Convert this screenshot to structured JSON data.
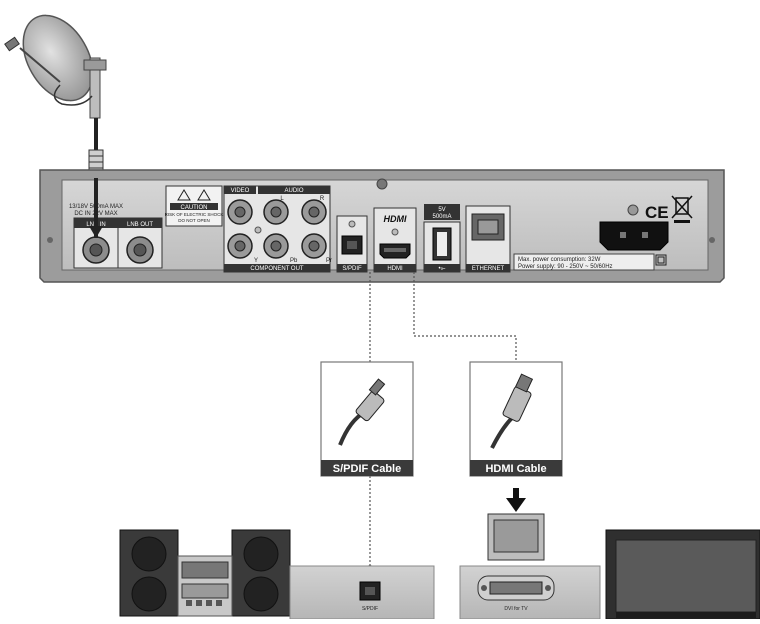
{
  "receiver": {
    "lnb_in": "LNB IN",
    "lnb_out": "LNB OUT",
    "lnb_note_line1": "13/18V 500mA MAX",
    "lnb_note_line2": "DC IN 22V MAX",
    "caution_title": "CAUTION",
    "caution_line1": "RISK OF ELECTRIC SHOCK",
    "caution_line2": "DO NOT OPEN",
    "video": "VIDEO",
    "audio": "AUDIO",
    "audio_l": "L",
    "audio_r": "R",
    "comp_y": "Y",
    "comp_pb": "Pb",
    "comp_pr": "Pr",
    "component_out": "COMPONENT OUT",
    "spdif": "S/PDIF",
    "hdmi_logo": "HDMI",
    "hdmi": "HDMI",
    "usb_rating_line1": "5V",
    "usb_rating_line2": "500mA",
    "usb_symbol": "•⟜",
    "ethernet": "ETHERNET",
    "ce_mark": "CE",
    "power_line1": "Max. power consumption: 32W",
    "power_line2": "Power supply: 90 - 250V ~ 50/60Hz"
  },
  "cables": {
    "spdif_cable": "S/PDIF Cable",
    "hdmi_cable": "HDMI Cable"
  },
  "devices": {
    "audio_port": "S/PDIF",
    "tv_port": "DVI for TV"
  }
}
